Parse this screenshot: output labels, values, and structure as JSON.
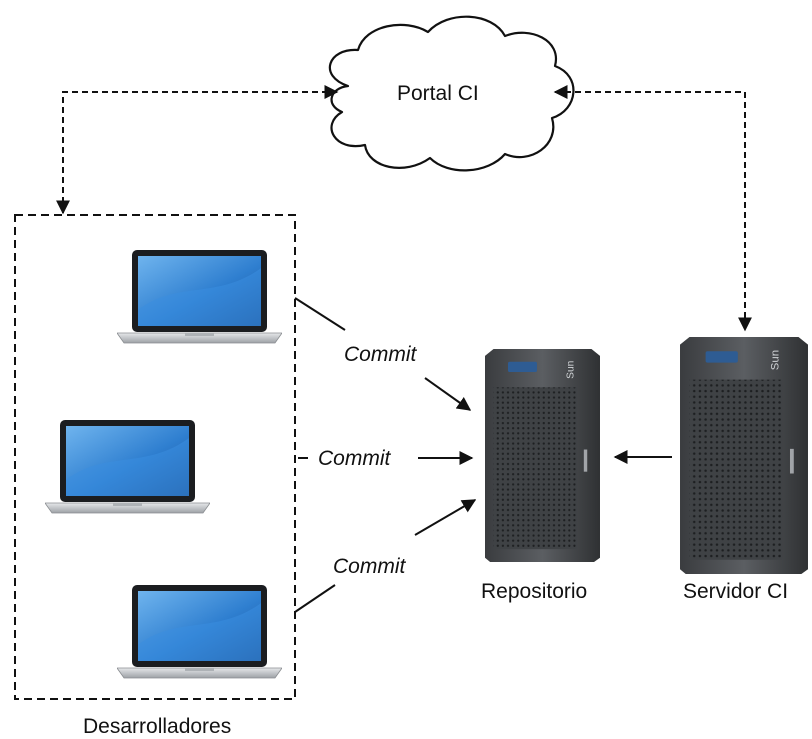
{
  "nodes": {
    "portal": {
      "label": "Portal CI"
    },
    "repo": {
      "label": "Repositorio"
    },
    "ci_server": {
      "label": "Servidor CI"
    },
    "devs": {
      "label": "Desarrolladores"
    }
  },
  "edges": {
    "commit_top": "Commit",
    "commit_mid": "Commit",
    "commit_bottom": "Commit"
  },
  "colors": {
    "screen": "#2f7fd0",
    "laptop_body": "#c9ccd0",
    "server": "#505356",
    "line": "#111111"
  }
}
